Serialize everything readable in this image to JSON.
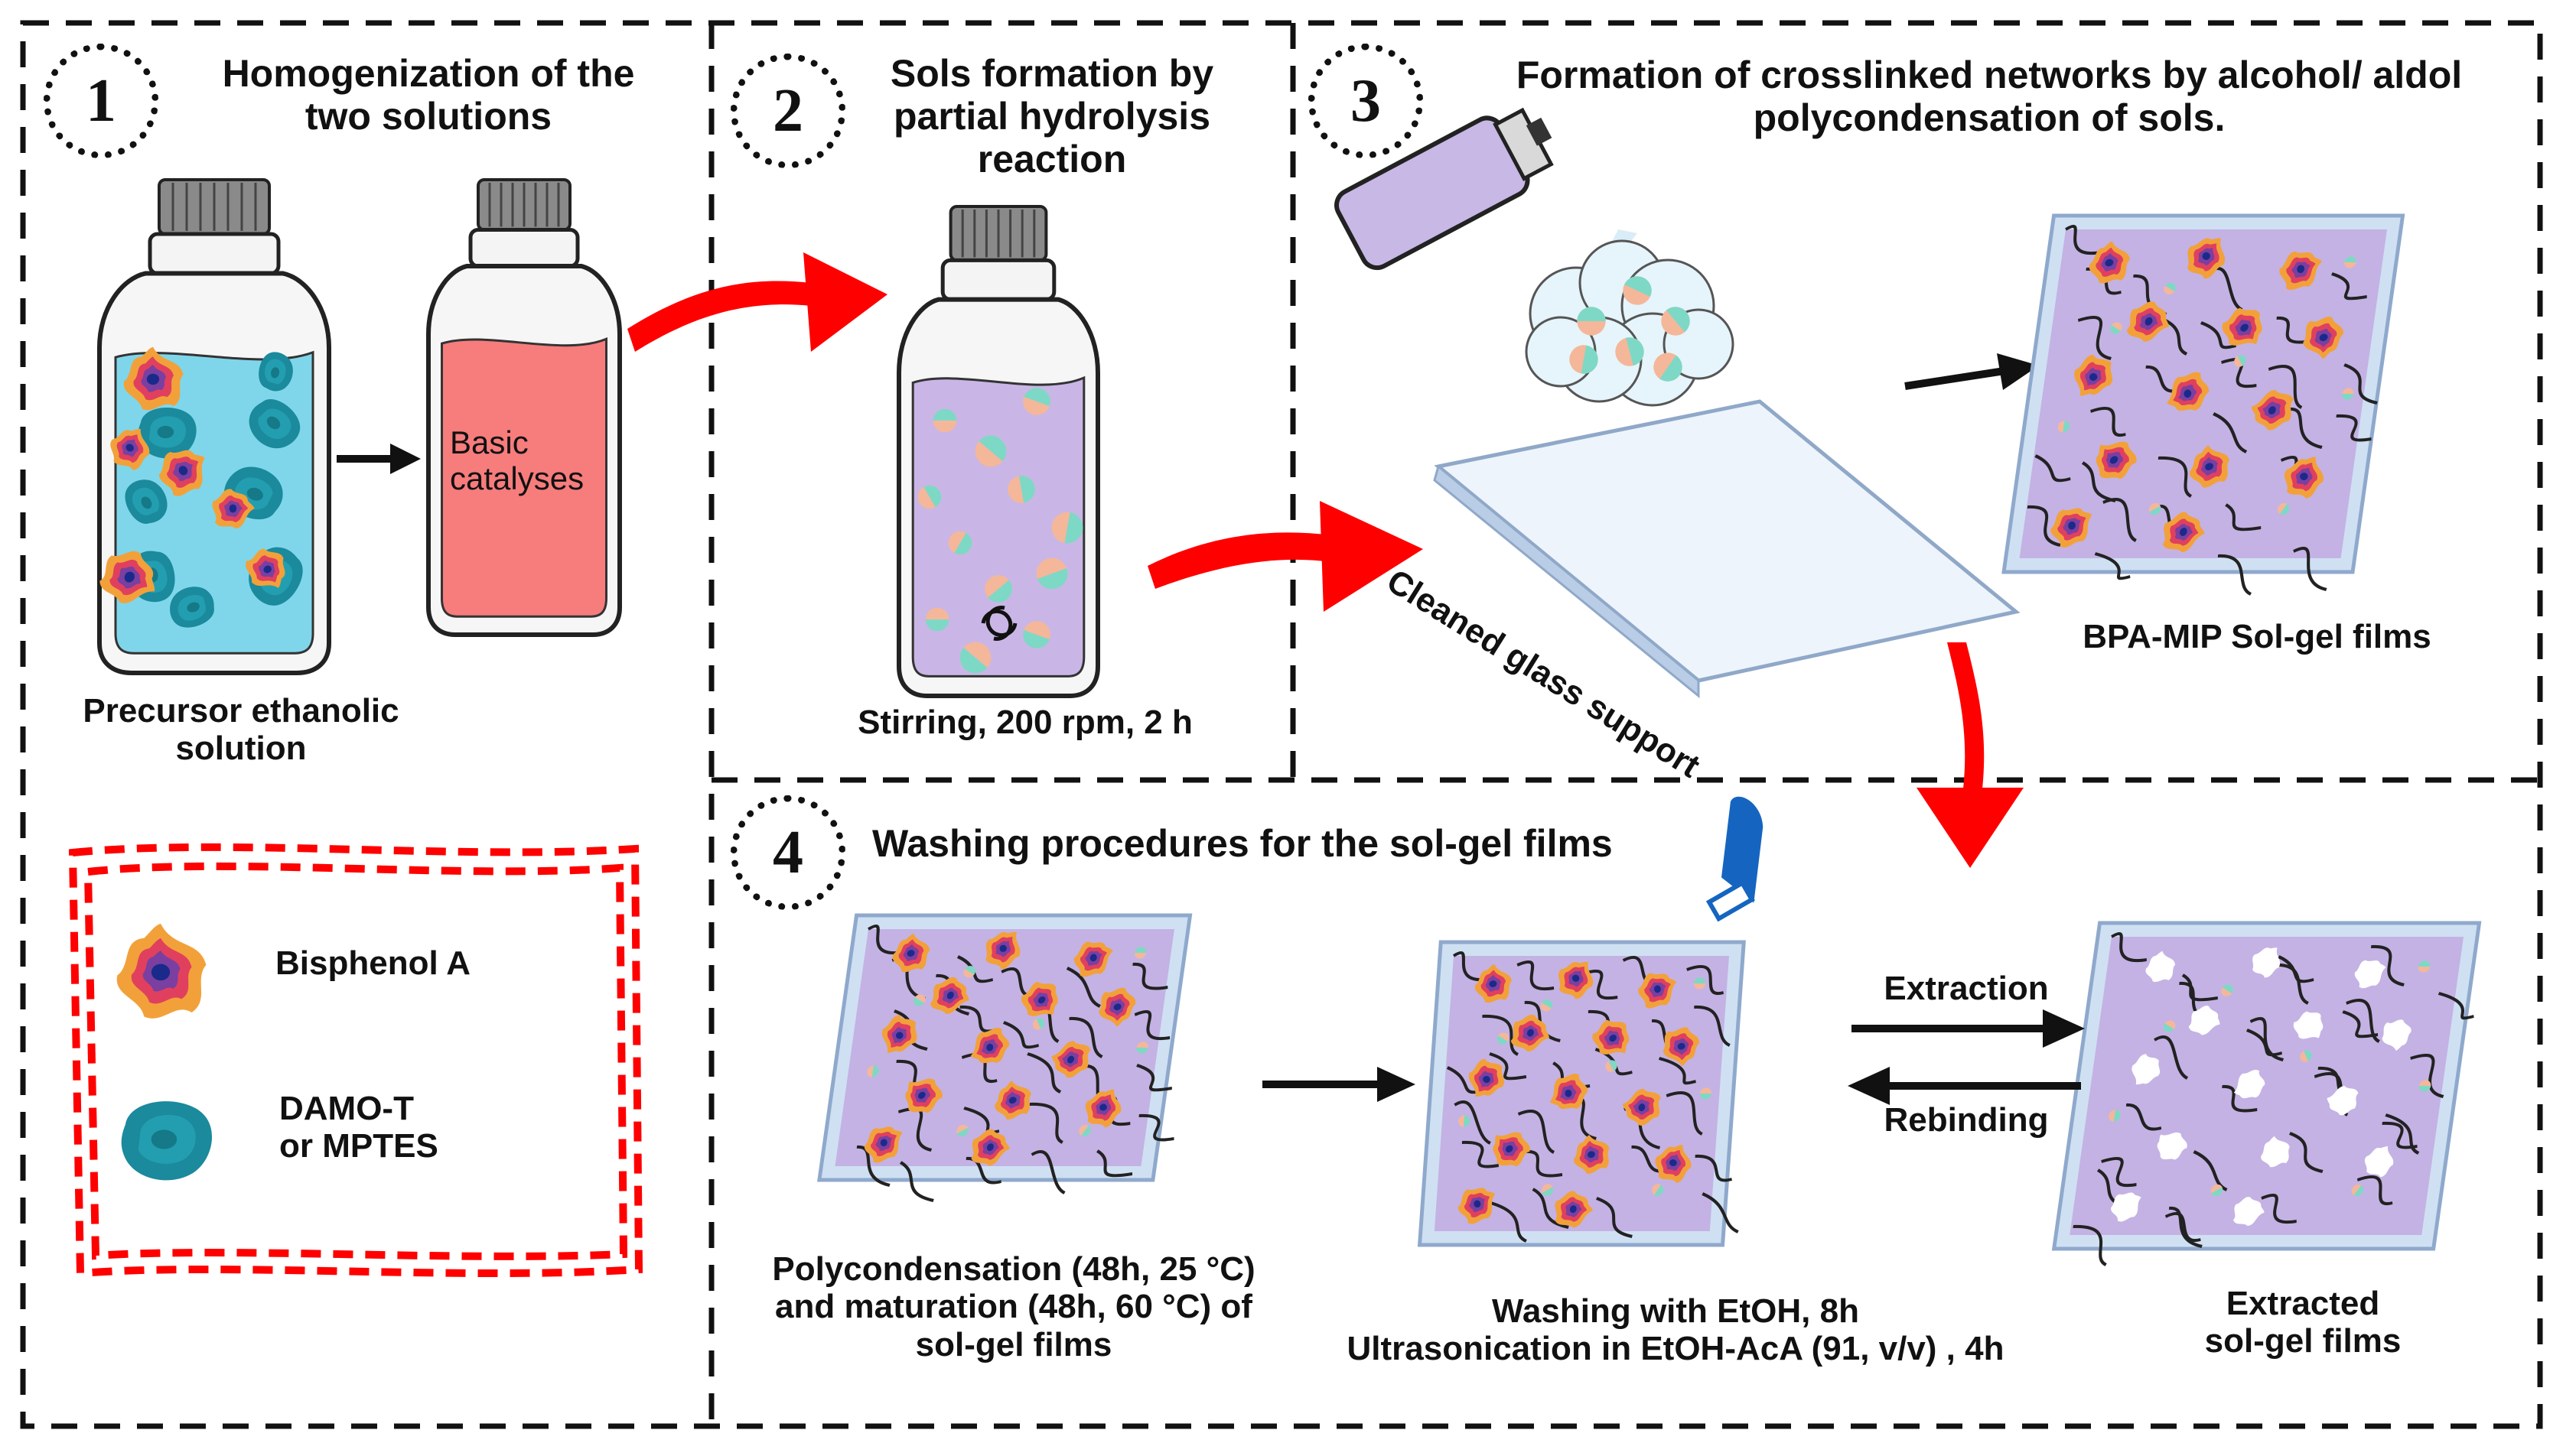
{
  "steps": [
    {
      "number": "1",
      "title": "Homogenization of the\ntwo solutions"
    },
    {
      "number": "2",
      "title": "Sols formation by\npartial hydrolysis\nreaction"
    },
    {
      "number": "3",
      "title": "Formation of crosslinked networks by alcohol/ aldol\npolycondensation of sols."
    },
    {
      "number": "4",
      "title": "Washing procedures for the sol-gel films"
    }
  ],
  "labels": {
    "precursor": "Precursor ethanolic\nsolution",
    "basic_catalyses": "Basic\ncatalyses",
    "stirring": "Stirring, 200 rpm, 2 h",
    "cleaned_glass": "Cleaned glass support",
    "bpa_mip": "BPA-MIP Sol-gel films",
    "polycondensation": "Polycondensation (48h, 25 °C)\nand maturation (48h, 60 °C) of\nsol-gel films",
    "washing": "Washing with EtOH, 8h\nUltrasonication in EtOH-AcA (91, v/v) , 4h",
    "extracted": "Extracted\nsol-gel films",
    "extraction": "Extraction",
    "rebinding": "Rebinding"
  },
  "legend": {
    "bisphenol": "Bisphenol A",
    "damo": "DAMO-T\nor MPTES"
  },
  "colors": {
    "solution_blue": "#7fd6ea",
    "catalyst_red": "#f77c7c",
    "sol_purple": "#c9b6e6",
    "arrow_red": "#ff0000",
    "film_purple": "#c4b2e4",
    "glass": "#cfe0f3",
    "sprayer_blue": "#1565c0",
    "template_orange": "#f39a2c",
    "damo_teal": "#1a8a9c"
  }
}
